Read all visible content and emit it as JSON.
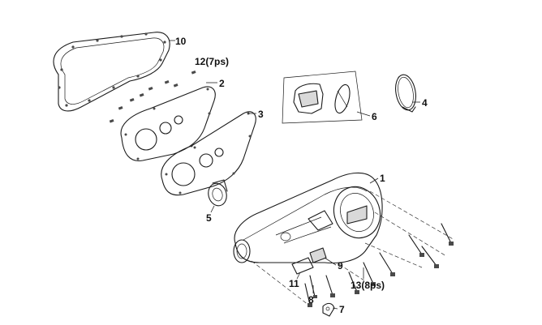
{
  "labels": {
    "p1": "1",
    "p2": "2",
    "p3": "3",
    "p4": "4",
    "p5": "5",
    "p6": "6",
    "p7": "7",
    "p8": "8",
    "p9": "9",
    "p10": "10",
    "p11": "11",
    "p12": "12(7ps)",
    "p13": "13(8ps)"
  },
  "colors": {
    "ink": "#1a1a1a",
    "shade": "#d9d9d9",
    "background": "#ffffff"
  }
}
